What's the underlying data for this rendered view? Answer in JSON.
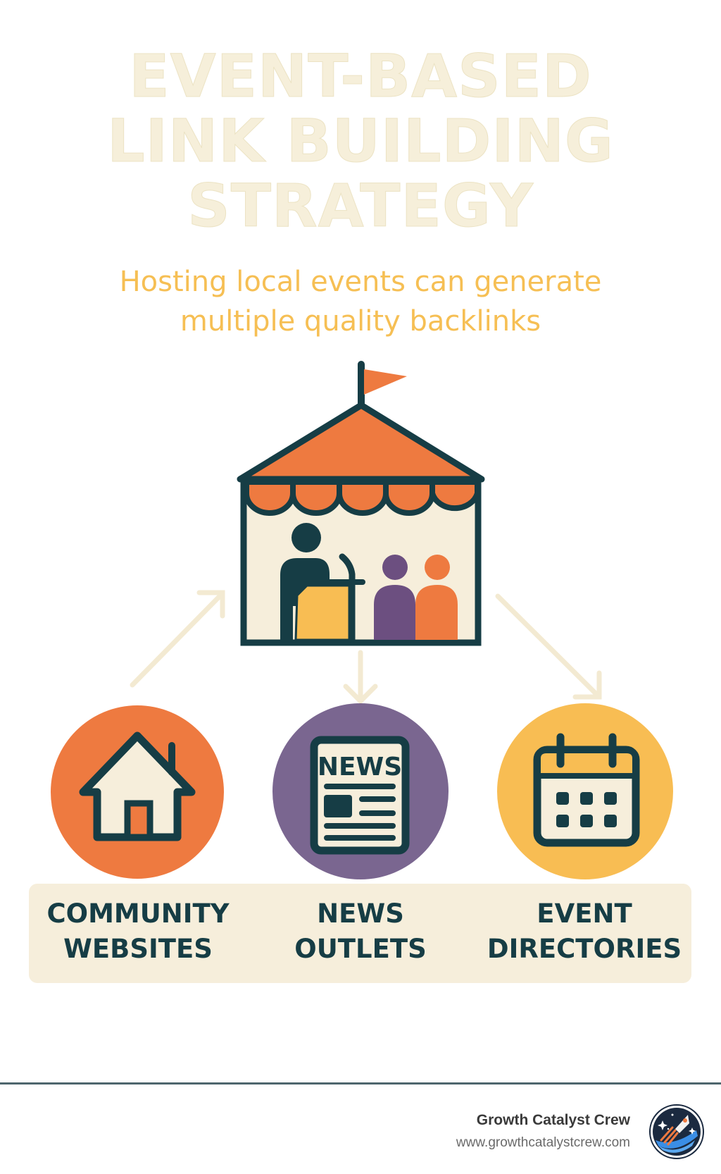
{
  "header": {
    "title_lines": [
      "EVENT-BASED",
      "LINK BUILDING",
      "STRATEGY"
    ],
    "subtitle_lines": [
      "Hosting local events can generate",
      "multiple quality backlinks"
    ]
  },
  "hub": {
    "icon": "event-tent-icon",
    "description": "Tent with flag, speaker at podium and two attendees"
  },
  "outcomes": [
    {
      "icon": "house-icon",
      "label_lines": [
        "COMMUNITY",
        "WEBSITES"
      ],
      "circle_color": "#ee7a40"
    },
    {
      "icon": "newspaper-icon",
      "icon_text": "NEWS",
      "label_lines": [
        "NEWS",
        "OUTLETS"
      ],
      "circle_color": "#7a6690"
    },
    {
      "icon": "calendar-icon",
      "label_lines": [
        "EVENT",
        "DIRECTORIES"
      ],
      "circle_color": "#f8bd53"
    }
  ],
  "colors": {
    "dark": "#163d45",
    "orange": "#ee7a40",
    "purple": "#6c4f80",
    "yellow": "#f8bd53",
    "cream": "#f6eedb",
    "title": "#f6efda",
    "subtitle": "#f6bf54",
    "arrow": "#f3ead2"
  },
  "footer": {
    "brand_name": "Growth Catalyst Crew",
    "brand_url": "www.growthcatalystcrew.com",
    "logo_icon": "rocket-logo-icon"
  }
}
